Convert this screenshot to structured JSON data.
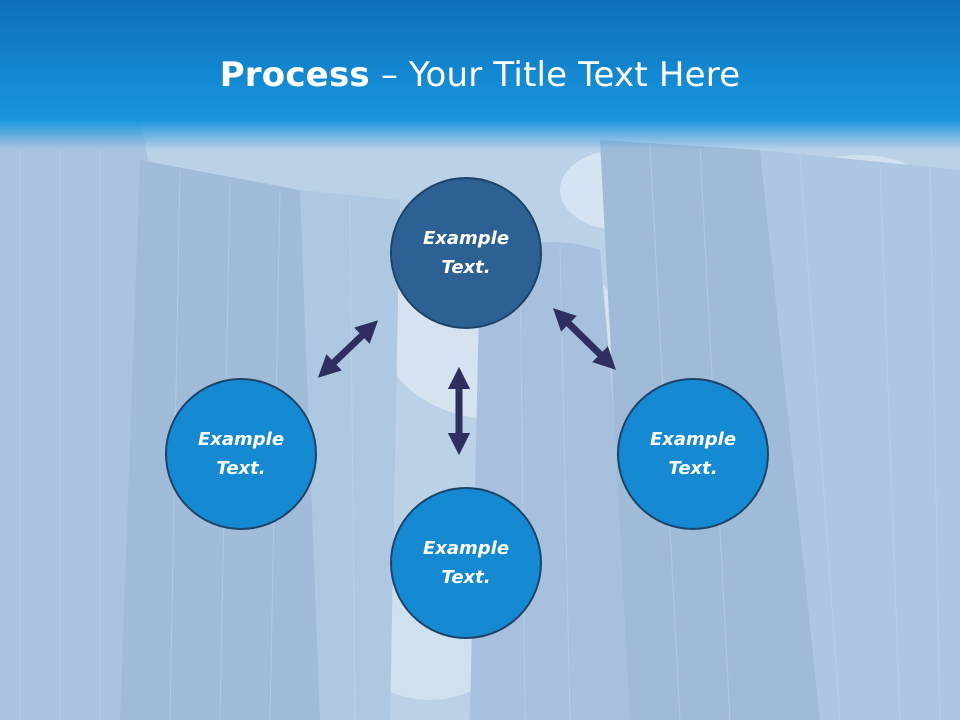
{
  "title": {
    "bold": "Process",
    "rest": " – Your Title Text Here"
  },
  "nodes": {
    "top": {
      "line1": "Example",
      "line2": "Text."
    },
    "left": {
      "line1": "Example",
      "line2": "Text."
    },
    "right": {
      "line1": "Example",
      "line2": "Text."
    },
    "bottom": {
      "line1": "Example",
      "line2": "Text."
    }
  },
  "colors": {
    "header": "#148ad3",
    "circle_dark": "#2e6193",
    "circle_light": "#1589d2",
    "arrow": "#2f2f5f"
  }
}
